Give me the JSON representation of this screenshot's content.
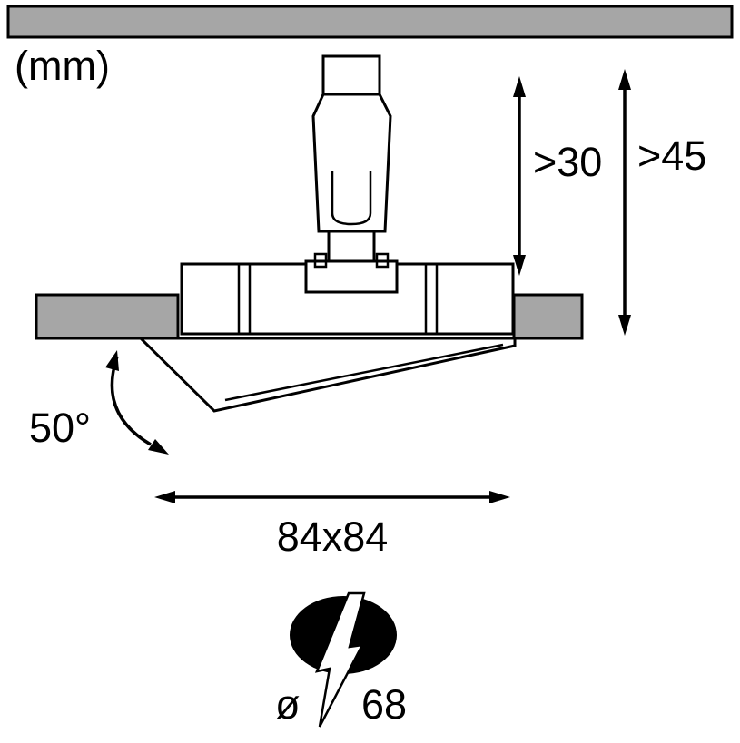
{
  "unit_label": "(mm)",
  "dimensions": {
    "clearance_above": ">30",
    "recess_depth": ">45",
    "swivel_angle": "50°",
    "cutout_size": "84x84",
    "hole_diameter_prefix": "ø",
    "hole_diameter_value": "68"
  },
  "icons": {
    "hole_marker": "lightning-bolt-in-ellipse"
  },
  "colors": {
    "ceiling_fill": "#a6a6a6",
    "line": "#000000",
    "background": "#ffffff",
    "symbol_fill": "#000000"
  }
}
